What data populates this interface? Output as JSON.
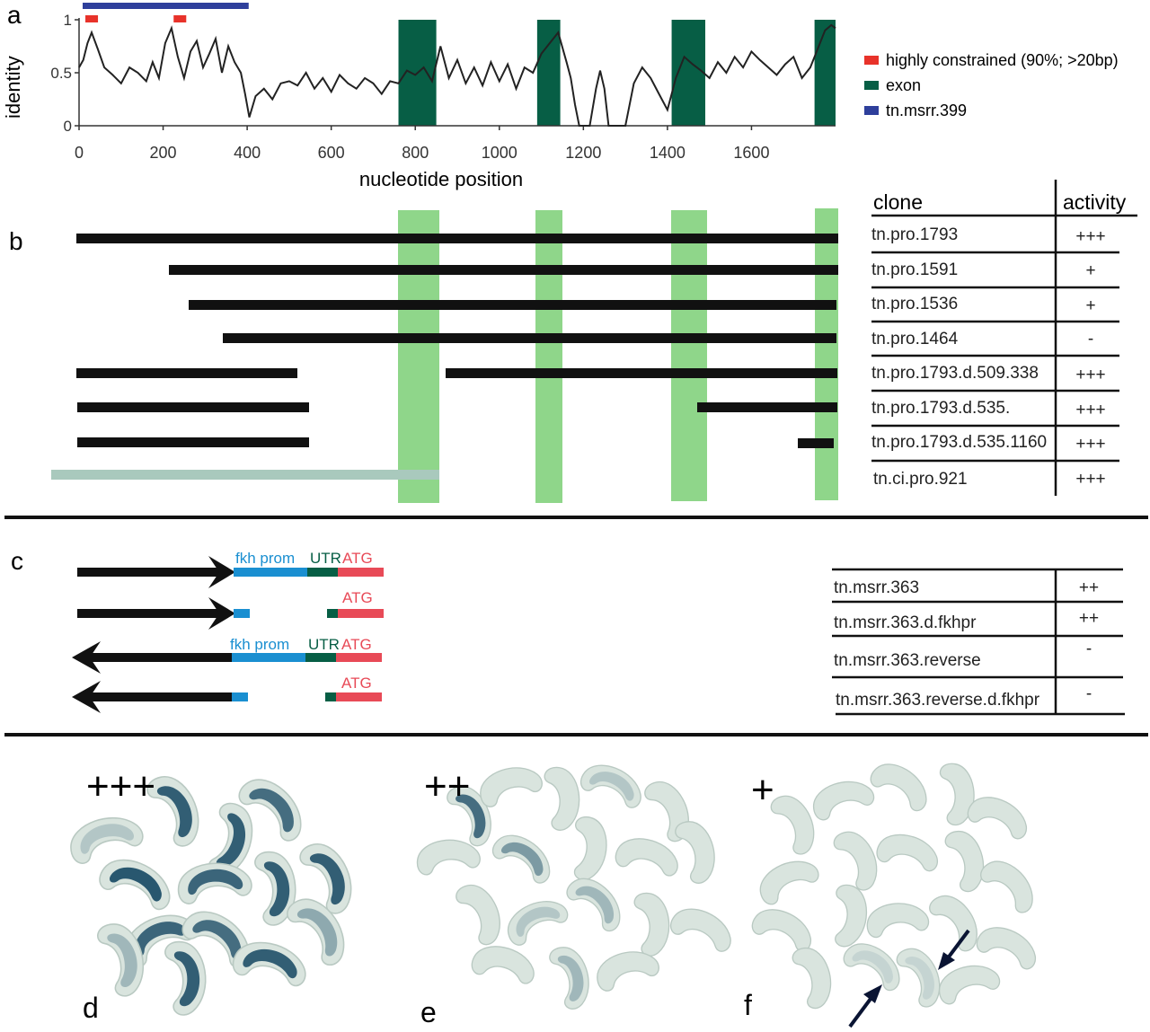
{
  "panels": {
    "a": "a",
    "b": "b",
    "c": "c",
    "d": "d",
    "e": "e",
    "f": "f"
  },
  "chart_data": {
    "type": "line",
    "ylabel": "identity",
    "xlabel": "nucleotide position",
    "xlim": [
      0,
      1800
    ],
    "ylim": [
      0,
      1
    ],
    "x_ticks": [
      0,
      200,
      400,
      600,
      800,
      1000,
      1200,
      1400,
      1600
    ],
    "y_ticks": [
      "0",
      "0.5",
      "1"
    ],
    "legend": [
      {
        "label": "highly constrained (90%; >20bp)",
        "color": "#e8322a"
      },
      {
        "label": "exon",
        "color": "#075e45"
      },
      {
        "label": "tn.msrr.399",
        "color": "#2e3f9b"
      }
    ],
    "exons": [
      [
        760,
        850
      ],
      [
        1090,
        1145
      ],
      [
        1410,
        1490
      ],
      [
        1750,
        1800
      ]
    ],
    "constrained": [
      [
        15,
        45
      ],
      [
        225,
        255
      ]
    ],
    "msrr399": [
      0,
      395
    ],
    "series": [
      {
        "x": [
          0,
          10,
          20,
          30,
          45,
          60,
          80,
          100,
          120,
          140,
          160,
          175,
          190,
          205,
          220,
          235,
          250,
          265,
          280,
          295,
          310,
          325,
          340,
          355,
          370,
          385,
          395,
          405,
          420,
          440,
          460,
          480,
          500,
          520,
          540,
          560,
          580,
          600,
          620,
          640,
          660,
          680,
          700,
          720,
          740,
          760,
          780,
          800,
          820,
          840,
          860,
          880,
          900,
          920,
          940,
          960,
          980,
          1000,
          1020,
          1040,
          1060,
          1080,
          1100,
          1120,
          1140,
          1160,
          1170,
          1180,
          1190,
          1200,
          1215,
          1230,
          1240,
          1250,
          1260,
          1270,
          1280,
          1290,
          1300,
          1320,
          1340,
          1360,
          1380,
          1400,
          1410,
          1420,
          1440,
          1460,
          1480,
          1500,
          1520,
          1540,
          1560,
          1580,
          1600,
          1620,
          1640,
          1660,
          1680,
          1700,
          1720,
          1740,
          1760,
          1775,
          1790,
          1800
        ],
        "y": [
          0.55,
          0.62,
          0.78,
          0.88,
          0.72,
          0.55,
          0.48,
          0.4,
          0.55,
          0.5,
          0.42,
          0.6,
          0.45,
          0.78,
          0.92,
          0.65,
          0.45,
          0.7,
          0.8,
          0.55,
          0.68,
          0.82,
          0.5,
          0.75,
          0.6,
          0.5,
          0.3,
          0.08,
          0.28,
          0.35,
          0.25,
          0.4,
          0.42,
          0.38,
          0.5,
          0.35,
          0.45,
          0.32,
          0.48,
          0.4,
          0.35,
          0.45,
          0.4,
          0.3,
          0.42,
          0.4,
          0.52,
          0.48,
          0.55,
          0.42,
          0.75,
          0.45,
          0.62,
          0.4,
          0.55,
          0.38,
          0.6,
          0.42,
          0.58,
          0.35,
          0.55,
          0.5,
          0.68,
          0.78,
          0.88,
          0.6,
          0.45,
          0.2,
          0.0,
          0.0,
          0.0,
          0.35,
          0.52,
          0.35,
          0.0,
          0.0,
          0.0,
          0.0,
          0.0,
          0.4,
          0.55,
          0.45,
          0.3,
          0.15,
          0.3,
          0.45,
          0.65,
          0.58,
          0.52,
          0.45,
          0.6,
          0.5,
          0.65,
          0.55,
          0.7,
          0.62,
          0.55,
          0.48,
          0.58,
          0.65,
          0.45,
          0.55,
          0.75,
          0.9,
          0.95,
          0.92
        ]
      }
    ]
  },
  "panel_b": {
    "headers": {
      "clone": "clone",
      "activity": "activity"
    },
    "rows": [
      {
        "clone": "tn.pro.1793",
        "activity": "+++"
      },
      {
        "clone": "tn.pro.1591",
        "activity": "+"
      },
      {
        "clone": "tn.pro.1536",
        "activity": "+"
      },
      {
        "clone": "tn.pro.1464",
        "activity": "-"
      },
      {
        "clone": "tn.pro.1793.d.509.338",
        "activity": "+++"
      },
      {
        "clone": "tn.pro.1793.d.535.",
        "activity": "+++"
      },
      {
        "clone": "tn.pro.1793.d.535.1160",
        "activity": "+++"
      },
      {
        "clone": "tn.ci.pro.921",
        "activity": "+++"
      }
    ]
  },
  "panel_c": {
    "labels": {
      "fkh": "fkh prom",
      "utr": "UTR",
      "atg": "ATG"
    },
    "rows": [
      {
        "clone": "tn.msrr.363",
        "activity": "++"
      },
      {
        "clone": "tn.msrr.363.d.fkhpr",
        "activity": "++"
      },
      {
        "clone": "tn.msrr.363.reverse",
        "activity": "-"
      },
      {
        "clone": "tn.msrr.363.reverse.d.fkhpr",
        "activity": "-"
      }
    ]
  },
  "photos": {
    "d": "+++",
    "e": "++",
    "f": "+"
  }
}
